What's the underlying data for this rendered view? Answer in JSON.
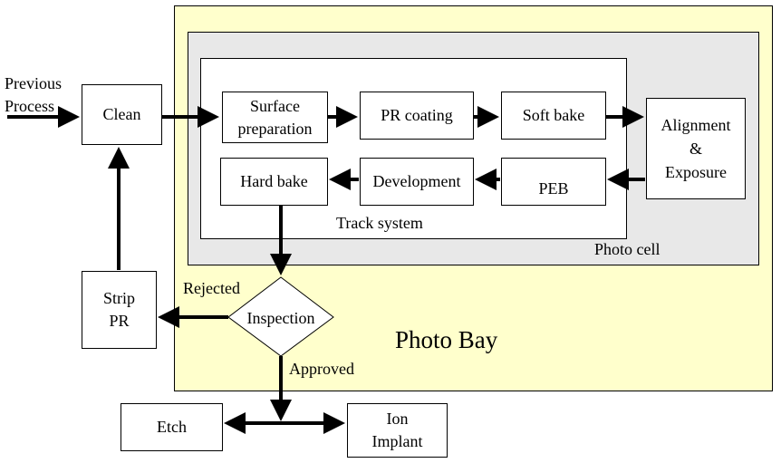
{
  "colors": {
    "photo_bay": "#FFFFCC",
    "photo_cell": "#E8E8E8",
    "track": "#FFFFFF",
    "line": "#000000"
  },
  "regions": {
    "photo_bay": "Photo Bay",
    "photo_cell": "Photo cell",
    "track_system": "Track system"
  },
  "external": {
    "previous_process": "Previous\nProcess"
  },
  "steps": {
    "clean": "Clean",
    "surface_prep_1": "Surface",
    "surface_prep_2": "preparation",
    "pr_coating": "PR coating",
    "soft_bake": "Soft bake",
    "alignment_1": "Alignment",
    "alignment_2": "&",
    "alignment_3": "Exposure",
    "peb": "PEB",
    "development": "Development",
    "hard_bake": "Hard bake",
    "inspection": "Inspection",
    "strip_pr_1": "Strip",
    "strip_pr_2": "PR",
    "etch": "Etch",
    "ion_implant_1": "Ion",
    "ion_implant_2": "Implant"
  },
  "edge_labels": {
    "rejected": "Rejected",
    "approved": "Approved"
  }
}
